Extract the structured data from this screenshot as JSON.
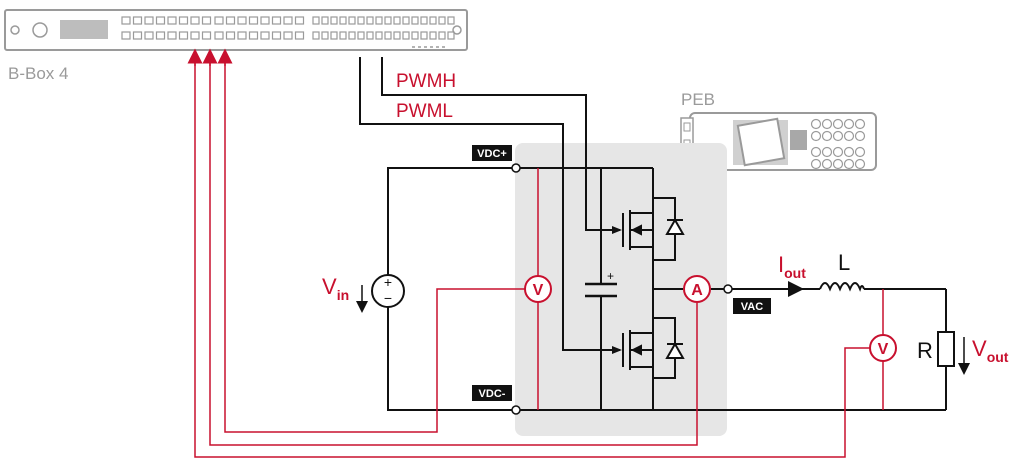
{
  "device": {
    "name": "B-Box 4"
  },
  "peb": {
    "name": "PEB"
  },
  "signals": {
    "pwmh": "PWMH",
    "pwml": "PWML"
  },
  "nodes": {
    "vdc_plus": "VDC+",
    "vdc_minus": "VDC-",
    "vac": "VAC"
  },
  "source": {
    "label": "V",
    "sub": "in",
    "plus": "+",
    "minus": "−"
  },
  "capacitor": {
    "plus": "+"
  },
  "meters": {
    "voltmeter": "V",
    "ammeter": "A"
  },
  "current": {
    "label": "I",
    "sub": "out"
  },
  "inductor": {
    "label": "L"
  },
  "resistor": {
    "label": "R"
  },
  "output_voltage": {
    "label": "V",
    "sub": "out"
  },
  "colors": {
    "signal_red": "#c8102e",
    "wire": "#111111",
    "panel": "#e6e6e6",
    "device_grey": "#9a9a9a"
  }
}
